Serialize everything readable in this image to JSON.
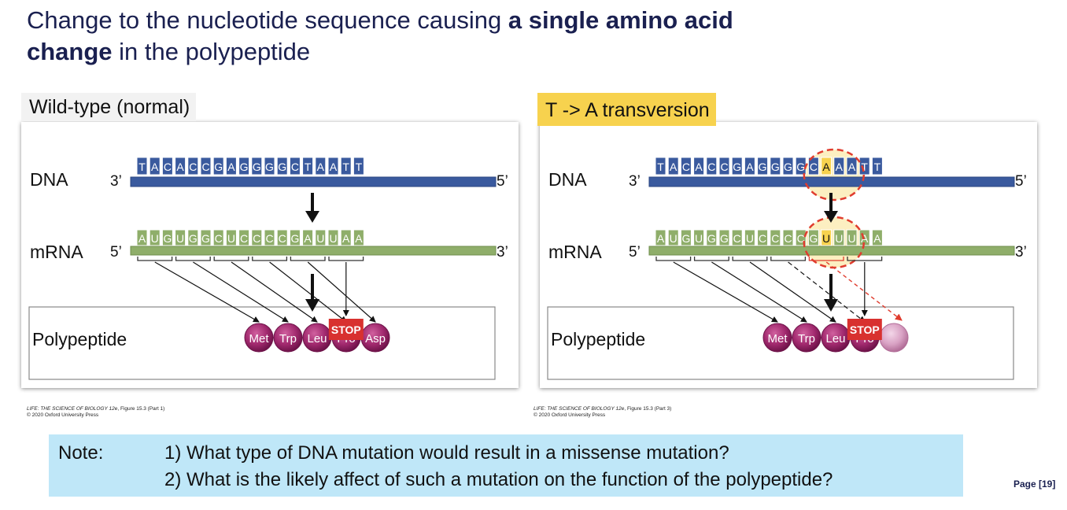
{
  "title": {
    "part1": "Change to the nucleotide sequence causing ",
    "bold1": "a single amino acid",
    "bold2": "change",
    "part2": " in the polypeptide"
  },
  "panels": {
    "left": {
      "label": "Wild-type (normal)",
      "dna_label": "DNA",
      "mrna_label": "mRNA",
      "polypeptide_label": "Polypeptide",
      "dna_3": "3’",
      "dna_5": "5’",
      "mrna_5": "5’",
      "mrna_3": "3’",
      "dna_bases": [
        "T",
        "A",
        "C",
        "A",
        "C",
        "C",
        "G",
        "A",
        "G",
        "G",
        "G",
        "G",
        "C",
        "T",
        "A",
        "A",
        "T",
        "T"
      ],
      "mrna_bases": [
        "A",
        "U",
        "G",
        "U",
        "G",
        "G",
        "C",
        "U",
        "C",
        "C",
        "C",
        "C",
        "G",
        "A",
        "U",
        "U",
        "A",
        "A"
      ],
      "amino_acids": [
        "Met",
        "Trp",
        "Leu",
        "Pro",
        "Asp"
      ],
      "stop": "STOP",
      "credit_title": "LIFE: THE SCIENCE OF BIOLOGY 12e",
      "credit_fig": ", Figure 15.3 (Part 1)",
      "credit_copy": "© 2020 Oxford University Press"
    },
    "right": {
      "label": "T -> A transversion",
      "dna_label": "DNA",
      "mrna_label": "mRNA",
      "polypeptide_label": "Polypeptide",
      "dna_3": "3’",
      "dna_5": "5’",
      "mrna_5": "5’",
      "mrna_3": "3’",
      "dna_bases": [
        "T",
        "A",
        "C",
        "A",
        "C",
        "C",
        "G",
        "A",
        "G",
        "G",
        "G",
        "G",
        "C",
        "A",
        "A",
        "A",
        "T",
        "T"
      ],
      "mrna_bases": [
        "A",
        "U",
        "G",
        "U",
        "G",
        "G",
        "C",
        "U",
        "C",
        "C",
        "C",
        "C",
        "G",
        "U",
        "U",
        "U",
        "A",
        "A"
      ],
      "amino_acids": [
        "Met",
        "Trp",
        "Leu",
        "Pro",
        ""
      ],
      "stop": "STOP",
      "mutated_index": 13,
      "credit_title": "LIFE: THE SCIENCE OF BIOLOGY 12e",
      "credit_fig": ", Figure 15.3 (Part 3)",
      "credit_copy": "© 2020 Oxford University Press"
    }
  },
  "colors": {
    "dna": "#3a5a9e",
    "mrna": "#8fae6a",
    "amino": "#a1296e",
    "stop": "#d8312f",
    "highlight": "#f7d24e",
    "mutation_ring": "#e03c2e"
  },
  "note": {
    "label": "Note:",
    "q1": "1) What type of DNA mutation would result in a missense mutation?",
    "q2": "2) What is the likely affect of such a mutation on the function of the polypeptide?"
  },
  "page": "Page [19]"
}
